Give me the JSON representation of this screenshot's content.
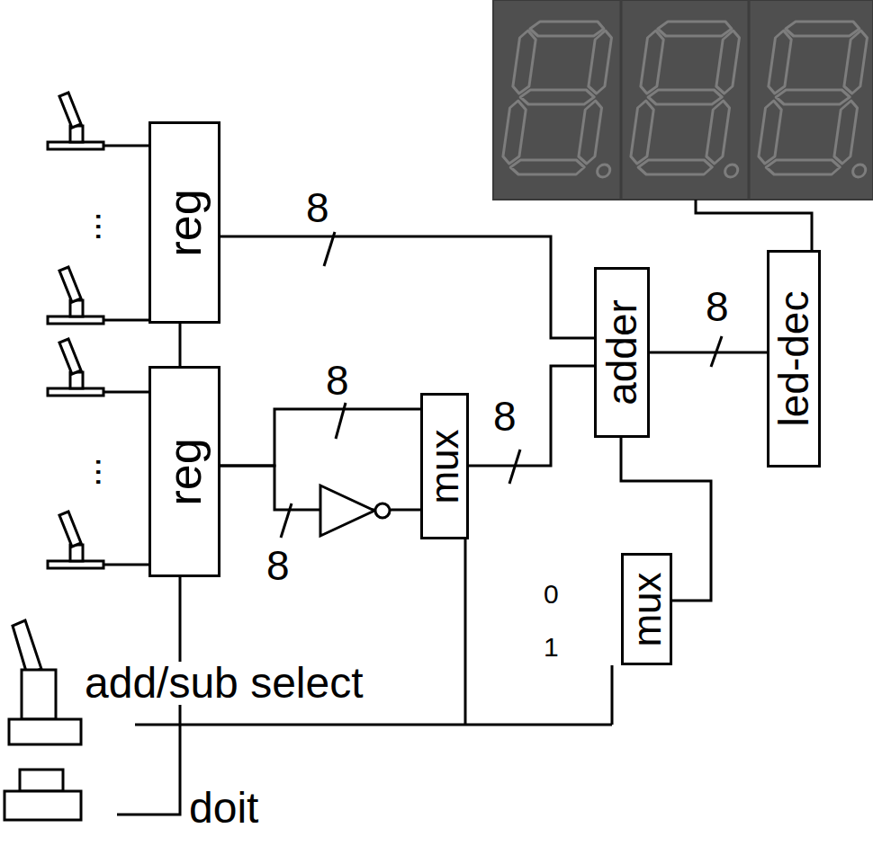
{
  "diagram": {
    "nodes": [
      {
        "text": [
          "reg"
        ]
      },
      {
        "text": [
          "reg"
        ]
      },
      {
        "text": [
          "mux"
        ]
      },
      {
        "text": [
          "adder"
        ]
      },
      {
        "text": [
          "led-dec"
        ]
      },
      {
        "text": [
          "mux"
        ]
      }
    ],
    "edges": [
      {
        "from": 0,
        "to": 1,
        "arrow": "none"
      },
      {
        "from": 0,
        "to": 3,
        "label": "8",
        "arrow": "none"
      },
      {
        "from": 1,
        "to": 2,
        "label": "8",
        "arrow": "none"
      },
      {
        "from": 1,
        "to": 2,
        "label": "8",
        "arrow": "none"
      },
      {
        "from": 2,
        "to": 3,
        "label": "8",
        "arrow": "none"
      },
      {
        "from": 3,
        "to": 4,
        "label": "8",
        "arrow": "none"
      },
      {
        "from": 5,
        "to": 3,
        "arrow": "none"
      }
    ],
    "labels": [
      "...",
      "...",
      "0",
      "1",
      "add/sub select",
      "doit"
    ]
  }
}
